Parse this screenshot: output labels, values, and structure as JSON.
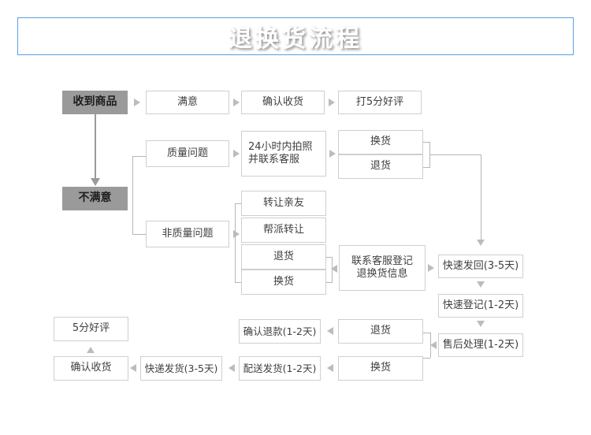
{
  "header": {
    "title": "退换货流程",
    "bg_dark": "#0b3573",
    "bg_light": "#1a63bb",
    "border": "#5b9fe0",
    "text_color": "#ffffff"
  },
  "palette": {
    "node_border": "#cfcfcf",
    "node_text": "#3f3f3f",
    "gray_node_bg": "#9a9a9a",
    "connector": "#b6b6b6",
    "arrow": "#bcbcbc"
  },
  "flow": {
    "nodes": [
      {
        "id": "received",
        "label": "收到商品",
        "style": "gray"
      },
      {
        "id": "satisfied",
        "label": "满意",
        "style": "plain"
      },
      {
        "id": "confirm-receipt",
        "label": "确认收货",
        "style": "plain"
      },
      {
        "id": "five-star",
        "label": "打5分好评",
        "style": "plain"
      },
      {
        "id": "unsatisfied",
        "label": "不满意",
        "style": "gray"
      },
      {
        "id": "quality-issue",
        "label": "质量问题",
        "style": "plain"
      },
      {
        "id": "photo-contact",
        "label": "24小时内拍照\n并联系客服",
        "style": "plain"
      },
      {
        "id": "exchange-top",
        "label": "换货",
        "style": "plain"
      },
      {
        "id": "return-top",
        "label": "退货",
        "style": "plain"
      },
      {
        "id": "nonquality",
        "label": "非质量问题",
        "style": "plain"
      },
      {
        "id": "transfer-friend",
        "label": "转让亲友",
        "style": "plain"
      },
      {
        "id": "guild-transfer",
        "label": "帮派转让",
        "style": "plain"
      },
      {
        "id": "return-mid",
        "label": "退货",
        "style": "plain"
      },
      {
        "id": "exchange-mid",
        "label": "换货",
        "style": "plain"
      },
      {
        "id": "contact-service",
        "label": "联系客服登记\n退换货信息",
        "style": "plain"
      },
      {
        "id": "fast-send-back",
        "label": "快速发回(3-5天)",
        "style": "plain"
      },
      {
        "id": "fast-register",
        "label": "快速登记(1-2天)",
        "style": "plain"
      },
      {
        "id": "after-sales",
        "label": "售后处理(1-2天)",
        "style": "plain"
      },
      {
        "id": "return-bottom",
        "label": "退货",
        "style": "plain"
      },
      {
        "id": "exchange-bottom",
        "label": "换货",
        "style": "plain"
      },
      {
        "id": "confirm-refund",
        "label": "确认退款(1-2天)",
        "style": "plain"
      },
      {
        "id": "deliver-ship",
        "label": "配送发货(1-2天)",
        "style": "plain"
      },
      {
        "id": "express-ship",
        "label": "快递发货(3-5天)",
        "style": "plain"
      },
      {
        "id": "confirm-receipt2",
        "label": "确认收货",
        "style": "plain"
      },
      {
        "id": "five-star-2",
        "label": "5分好评",
        "style": "plain"
      }
    ]
  }
}
